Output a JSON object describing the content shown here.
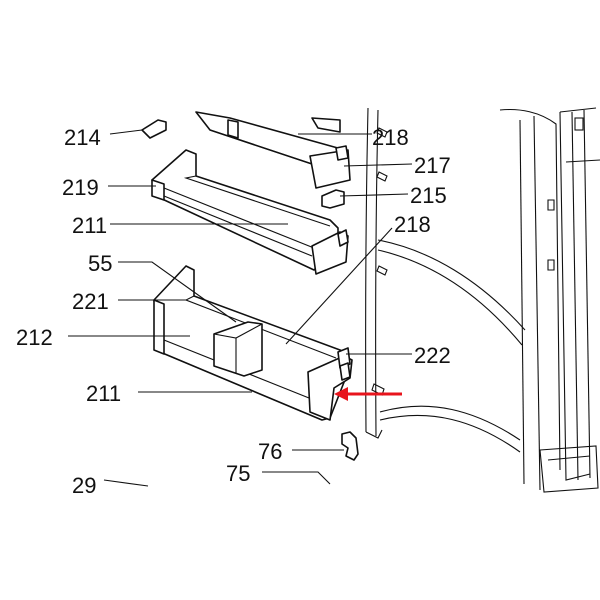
{
  "labels": {
    "l214": "214",
    "l218a": "218",
    "l217": "217",
    "l219": "219",
    "l215": "215",
    "l211a": "211",
    "l218b": "218",
    "l55": "55",
    "l221": "221",
    "l212": "212",
    "l222": "222",
    "l211b": "211",
    "l76": "76",
    "l75": "75",
    "l29": "29"
  },
  "colors": {
    "line": "#111111",
    "arrow": "#e8141c",
    "background": "#ffffff"
  }
}
